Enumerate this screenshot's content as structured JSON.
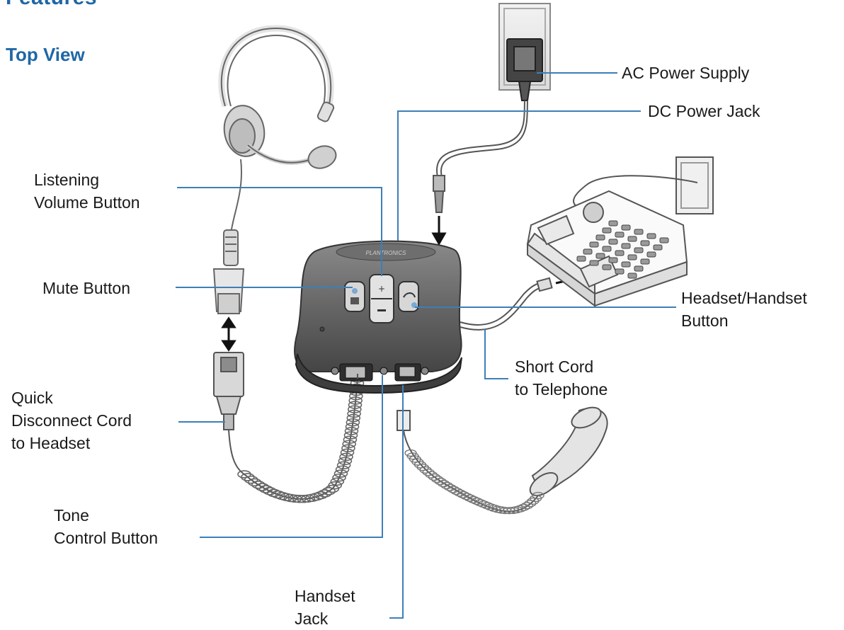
{
  "headings": {
    "section": "Features",
    "view": "Top View"
  },
  "labels": {
    "ac_power_supply": "AC Power Supply",
    "dc_power_jack": "DC Power Jack",
    "listening_volume": [
      "Listening",
      "Volume Button"
    ],
    "mute_button": "Mute Button",
    "headset_handset": [
      "Headset/Handset",
      "Button"
    ],
    "short_cord": [
      "Short Cord",
      "to Telephone"
    ],
    "quick_disconnect": [
      "Quick",
      "Disconnect Cord",
      "to Headset"
    ],
    "tone_control": [
      "Tone",
      "Control Button"
    ],
    "handset_jack": [
      "Handset",
      "Jack"
    ]
  },
  "colors": {
    "accent": "#1f67a6",
    "leader": "#3d7fb8",
    "device": "#5d5d5d",
    "outline": "#555555"
  },
  "device_brand": "PLANTRONICS"
}
